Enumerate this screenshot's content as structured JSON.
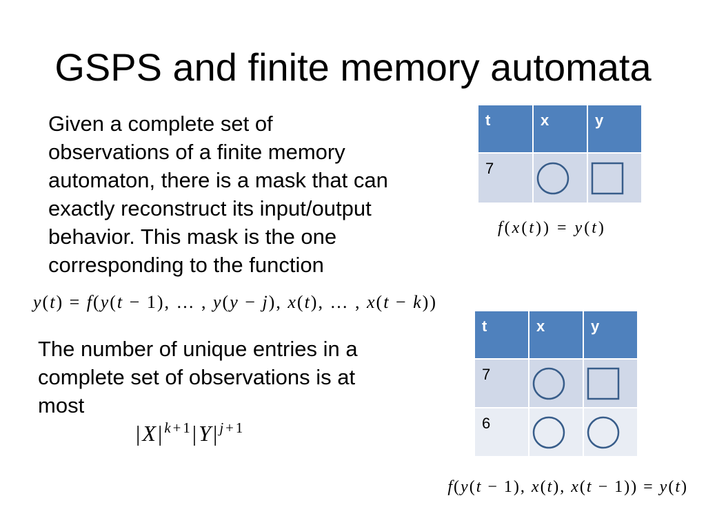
{
  "title": "GSPS and finite memory automata",
  "paragraph_1": {
    "lines": [
      "Given a complete set of",
      "observations of a finite memory",
      "automaton, there is a mask that can",
      "exactly reconstruct its input/output",
      "behavior. This mask is the one",
      "corresponding to the function"
    ]
  },
  "formula_mask_function": "y(t) = f(y(t − 1), … , y(y − j), x(t), … , x(t − k))",
  "paragraph_2": {
    "lines": [
      "The number of unique entries in a",
      "complete set of observations is at",
      "most"
    ]
  },
  "formula_bound": [
    {
      "base": "|X|",
      "sup": "k+1"
    },
    {
      "base": "|Y|",
      "sup": "j+1"
    }
  ],
  "tables": [
    {
      "headers": [
        "t",
        "x",
        "y"
      ],
      "rows": [
        [
          {
            "text": "7"
          },
          {
            "shape": "circle"
          },
          {
            "shape": "square"
          }
        ]
      ],
      "formula": "f(x(t)) = y(t)"
    },
    {
      "headers": [
        "t",
        "x",
        "y"
      ],
      "rows": [
        [
          {
            "text": "7"
          },
          {
            "shape": "circle"
          },
          {
            "shape": "square"
          }
        ],
        [
          {
            "text": "6"
          },
          {
            "shape": "circle"
          },
          {
            "shape": "circle"
          }
        ]
      ],
      "formula": "f(y(t − 1), x(t), x(t − 1)) = y(t)"
    }
  ],
  "colors": {
    "table_header": "#4F81BD",
    "table_header_text": "#FFFFFF",
    "table_row_odd": "#D0D8E8",
    "table_row_even": "#E9EDF4",
    "shape_stroke": "#385D8A",
    "body_text": "#000000"
  }
}
